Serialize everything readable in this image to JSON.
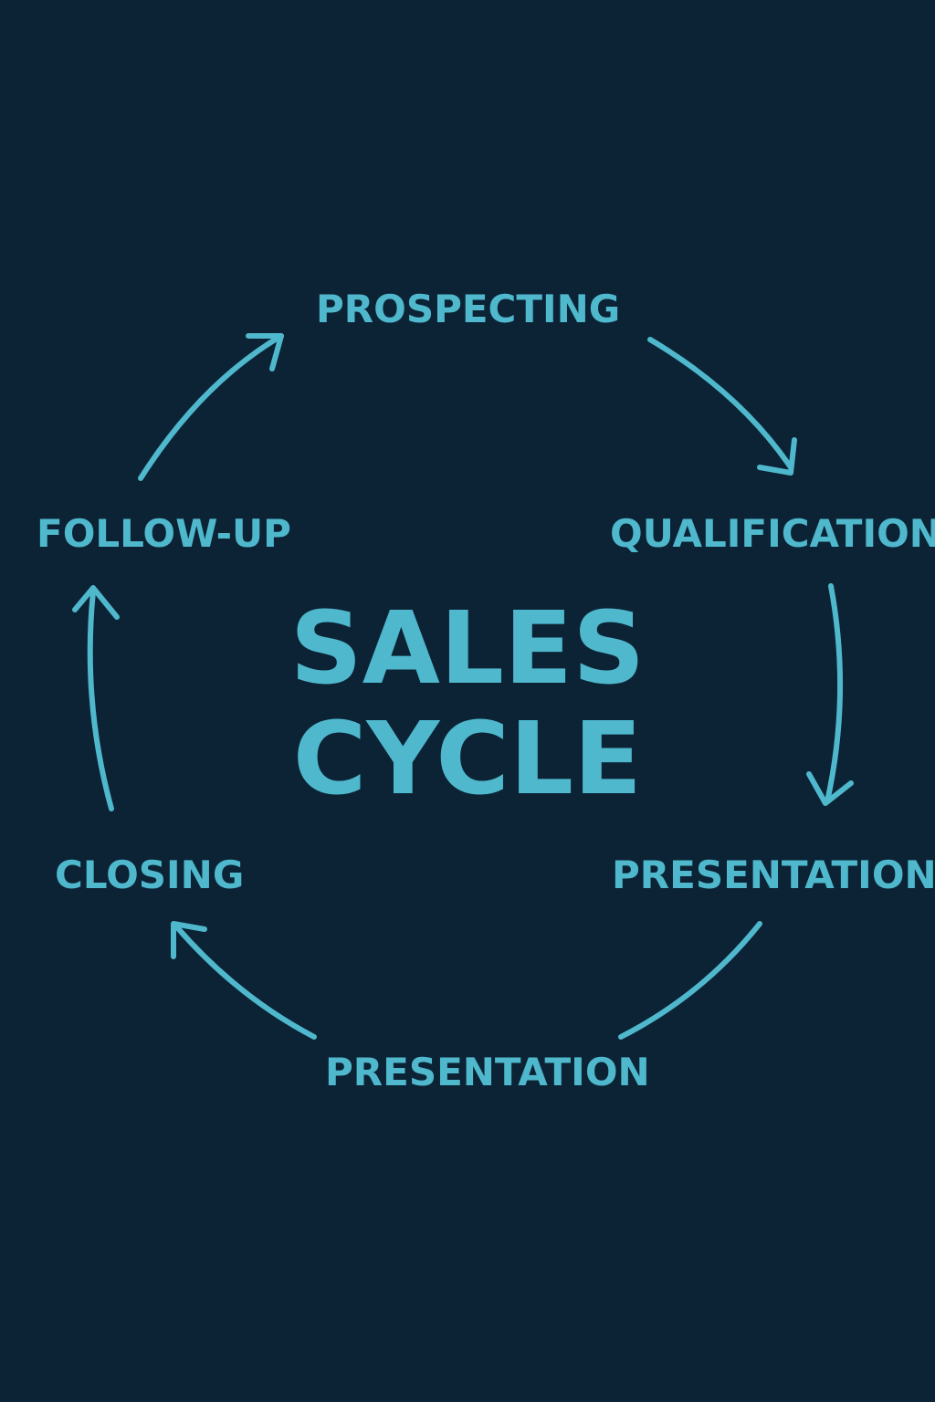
{
  "colors": {
    "background": "#0c2336",
    "accent": "#4fb8cc"
  },
  "diagram": {
    "title_line1": "SALES",
    "title_line2": "CYCLE",
    "stages": {
      "prospecting": "PROSPECTING",
      "qualification": "QUALIFICATION",
      "presentation_right": "PRESENTATION",
      "presentation_bottom": "PRESENTATION",
      "closing": "CLOSING",
      "follow_up": "FOLLOW-UP"
    }
  }
}
